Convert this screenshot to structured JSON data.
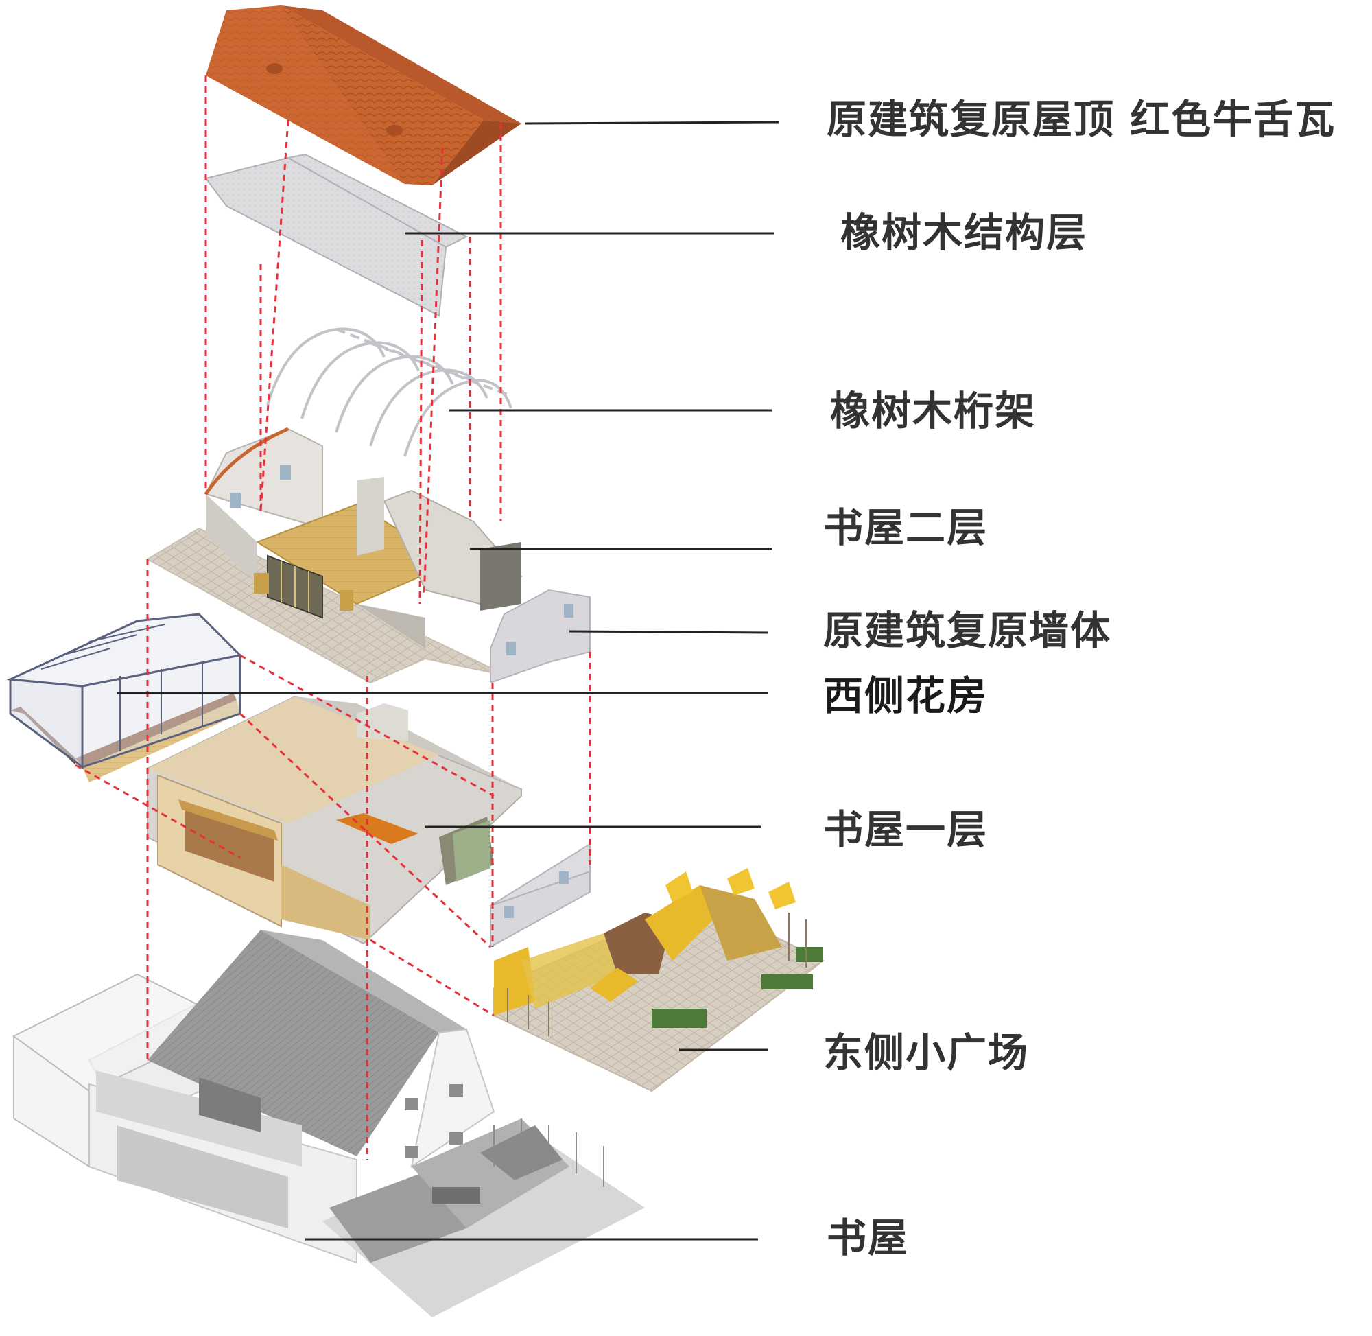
{
  "labels": {
    "roof": "原建筑复原屋顶 红色牛舌瓦",
    "oak_structure": "橡树木结构层",
    "oak_truss": "橡树木桁架",
    "second_floor": "书屋二层",
    "restored_wall": "原建筑复原墙体",
    "west_greenhouse": "西侧花房",
    "first_floor": "书屋一层",
    "east_plaza": "东侧小广场",
    "bookhouse": "书屋"
  },
  "colors": {
    "roof_tile": "#c8642e",
    "dashed_guide": "#e8303a",
    "leader_line": "#222222",
    "wood_floor": "#d9b466",
    "plaza_yellow": "#e8b92a",
    "greenhouse_frame": "#5a6280"
  }
}
